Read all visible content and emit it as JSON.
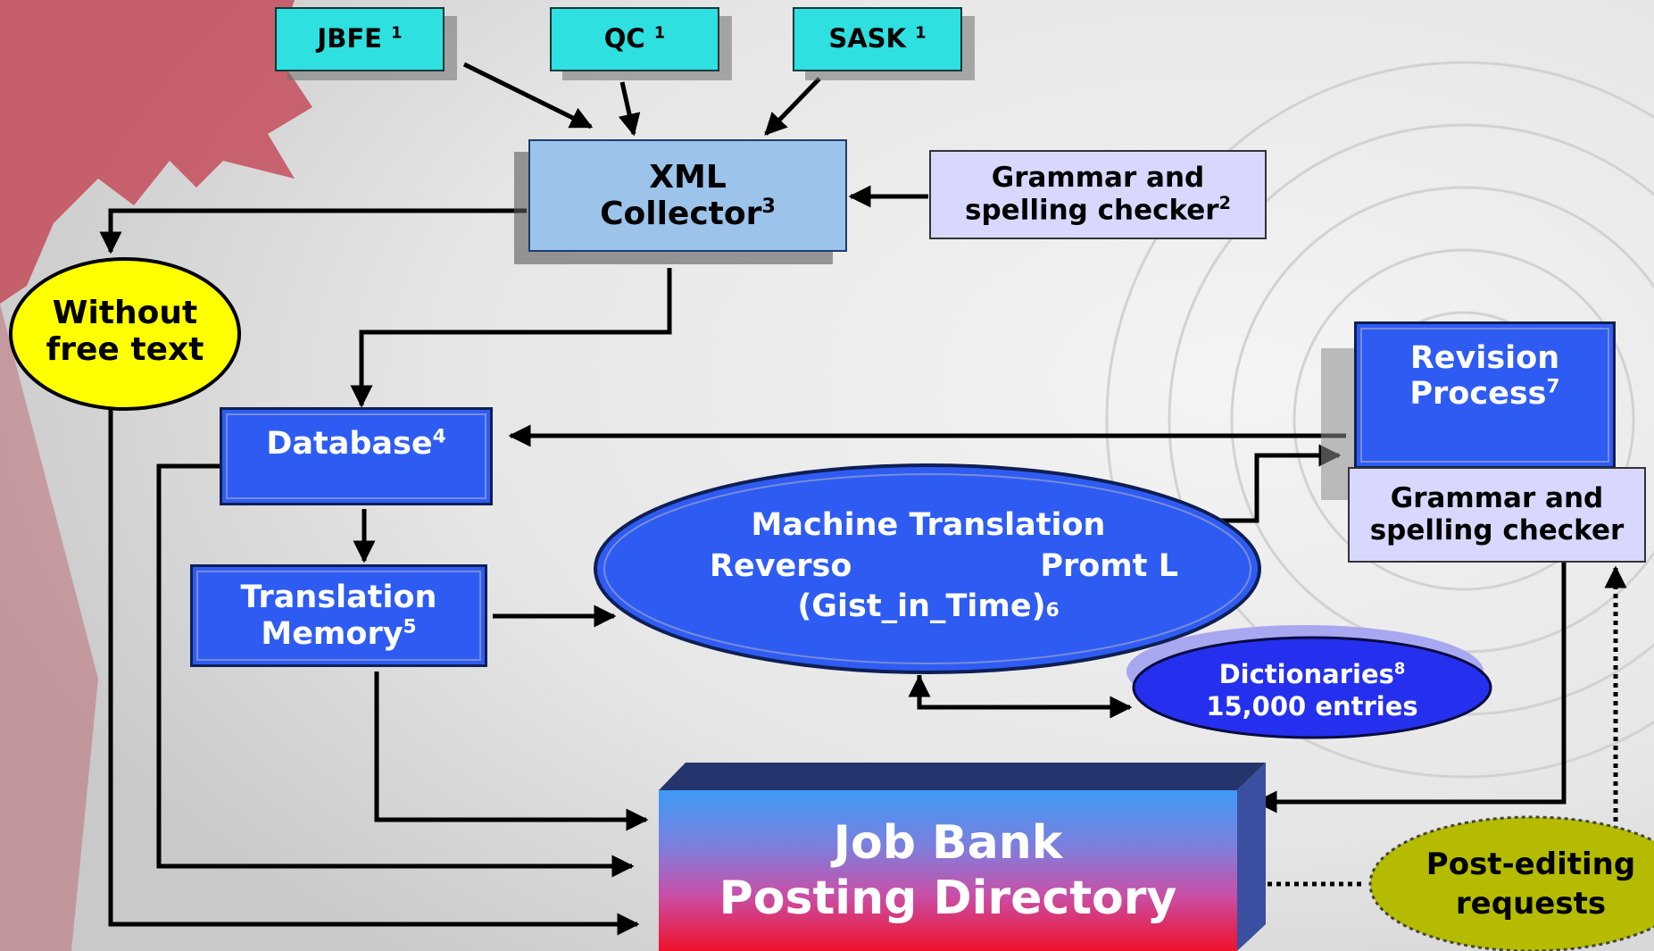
{
  "sources": [
    {
      "label": "JBFE",
      "sup": "1"
    },
    {
      "label": "QC",
      "sup": "1"
    },
    {
      "label": "SASK",
      "sup": "1"
    }
  ],
  "xml_collector": {
    "line1": "XML",
    "line2": "Collector",
    "sup": "3"
  },
  "grammar_top": {
    "line1": "Grammar and",
    "line2": "spelling checker",
    "sup": "2"
  },
  "without_free_text": {
    "line1": "Without",
    "line2": "free text"
  },
  "database": {
    "label": "Database",
    "sup": "4"
  },
  "translation_memory": {
    "line1": "Translation",
    "line2": "Memory",
    "sup": "5"
  },
  "machine_translation": {
    "title": "Machine Translation",
    "left": "Reverso",
    "right": "Promt L",
    "bottom": "(Gist_in_Time)",
    "sup": "6"
  },
  "revision_process": {
    "line1": "Revision",
    "line2": "Process",
    "sup": "7"
  },
  "grammar_right": {
    "line1": "Grammar and",
    "line2": "spelling checker"
  },
  "dictionaries": {
    "line1": "Dictionaries",
    "sup": "8",
    "line2": "15,000 entries"
  },
  "job_bank": {
    "line1": "Job Bank",
    "line2": "Posting Directory"
  },
  "post_editing": {
    "line1": "Post-editing",
    "line2": "requests"
  },
  "colors": {
    "cyan": "#2ee0e0",
    "blue": "#2e5cf3",
    "light_blue": "#9cc3ea",
    "lavender": "#d8d8ff",
    "yellow": "#ffff00",
    "olive": "#b5bc00"
  }
}
